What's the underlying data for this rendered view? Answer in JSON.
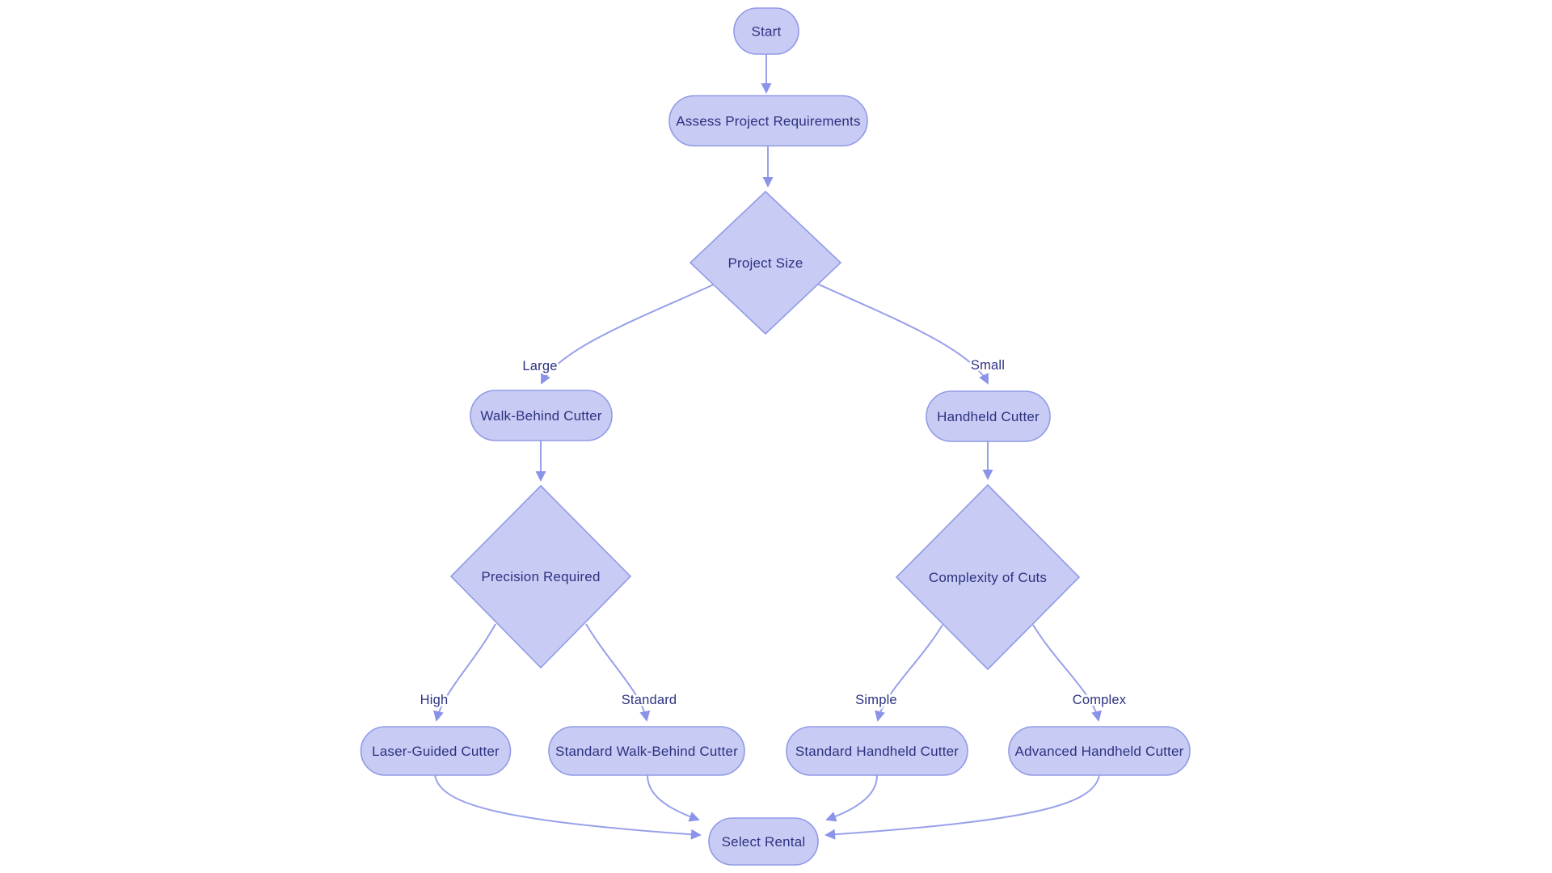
{
  "diagram": {
    "type": "flowchart",
    "direction": "top-down",
    "colors": {
      "background": "#ffffff",
      "node_fill": "#c8ccf4",
      "node_border": "#929ae6",
      "edge_line": "#98a0ea",
      "arrowhead": "#8b93e8",
      "text": "#2c3180"
    },
    "nodes": {
      "start": {
        "label": "Start",
        "shape": "stadium"
      },
      "assess": {
        "label": "Assess Project Requirements",
        "shape": "stadium"
      },
      "project_size": {
        "label": "Project Size",
        "shape": "diamond"
      },
      "walk_behind": {
        "label": "Walk-Behind Cutter",
        "shape": "stadium"
      },
      "handheld": {
        "label": "Handheld Cutter",
        "shape": "stadium"
      },
      "precision": {
        "label": "Precision Required",
        "shape": "diamond"
      },
      "complexity": {
        "label": "Complexity of Cuts",
        "shape": "diamond"
      },
      "laser": {
        "label": "Laser-Guided Cutter",
        "shape": "stadium"
      },
      "std_walk": {
        "label": "Standard Walk-Behind Cutter",
        "shape": "stadium"
      },
      "std_hand": {
        "label": "Standard Handheld Cutter",
        "shape": "stadium"
      },
      "adv_hand": {
        "label": "Advanced Handheld Cutter",
        "shape": "stadium"
      },
      "select": {
        "label": "Select Rental",
        "shape": "stadium"
      }
    },
    "edge_labels": {
      "large": "Large",
      "small": "Small",
      "high": "High",
      "standard": "Standard",
      "simple": "Simple",
      "complex": "Complex"
    },
    "edges": [
      {
        "from": "Start",
        "to": "Assess Project Requirements",
        "label": ""
      },
      {
        "from": "Assess Project Requirements",
        "to": "Project Size",
        "label": ""
      },
      {
        "from": "Project Size",
        "to": "Walk-Behind Cutter",
        "label": "Large"
      },
      {
        "from": "Project Size",
        "to": "Handheld Cutter",
        "label": "Small"
      },
      {
        "from": "Walk-Behind Cutter",
        "to": "Precision Required",
        "label": ""
      },
      {
        "from": "Handheld Cutter",
        "to": "Complexity of Cuts",
        "label": ""
      },
      {
        "from": "Precision Required",
        "to": "Laser-Guided Cutter",
        "label": "High"
      },
      {
        "from": "Precision Required",
        "to": "Standard Walk-Behind Cutter",
        "label": "Standard"
      },
      {
        "from": "Complexity of Cuts",
        "to": "Standard Handheld Cutter",
        "label": "Simple"
      },
      {
        "from": "Complexity of Cuts",
        "to": "Advanced Handheld Cutter",
        "label": "Complex"
      },
      {
        "from": "Laser-Guided Cutter",
        "to": "Select Rental",
        "label": ""
      },
      {
        "from": "Standard Walk-Behind Cutter",
        "to": "Select Rental",
        "label": ""
      },
      {
        "from": "Standard Handheld Cutter",
        "to": "Select Rental",
        "label": ""
      },
      {
        "from": "Advanced Handheld Cutter",
        "to": "Select Rental",
        "label": ""
      }
    ]
  }
}
